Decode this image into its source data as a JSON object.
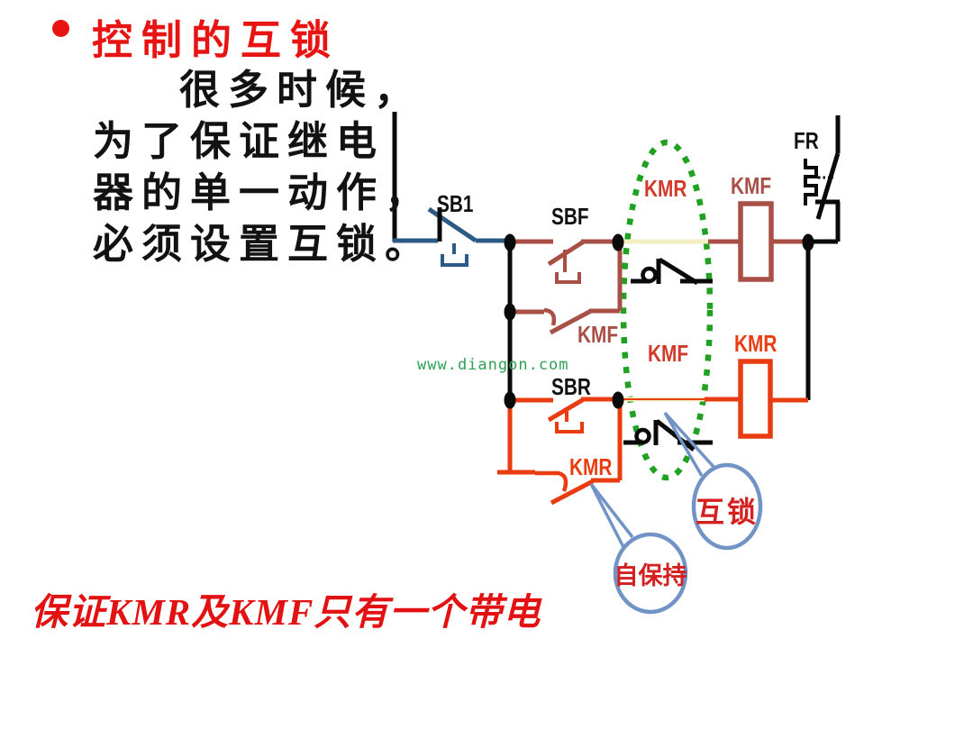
{
  "slide": {
    "title": {
      "bullet": "",
      "text": "控制的互锁"
    },
    "paragraph": {
      "lines": [
        "很多时候，",
        "为了保证继电",
        "器的单一动作，",
        "必须设置互锁。"
      ]
    },
    "bottom_note": "保证KMR及KMF只有一个带电",
    "watermark": "www.diangon.com"
  },
  "diagram": {
    "labels": {
      "sb1": "SB1",
      "sbf": "SBF",
      "sbr": "SBR",
      "fr": "FR",
      "kmf_aux_contact": "KMF",
      "kmr_aux_contact": "KMR",
      "kmr_interlock_contact": "KMR",
      "kmf_interlock_contact": "KMF",
      "kmf_coil": "KMF",
      "kmr_coil": "KMR"
    },
    "callouts": {
      "interlock": "互锁",
      "self_holding": "自保持"
    },
    "colors": {
      "title_red": "#e81414",
      "note_red": "#e31212",
      "text_black": "#121212",
      "stop_button_blue": "#2a5a85",
      "forward_branch_brown": "#a84f46",
      "reverse_branch_orange": "#e93c10",
      "interlock_label_red": "#d03a28",
      "highlight_ellipse_green": "#21a121",
      "watermark_green": "#2f9f55",
      "callout_outline_blue": "#7193c6",
      "callout_text_red": "#d42020",
      "wire_highlight_cream": "#f4efc2"
    }
  }
}
